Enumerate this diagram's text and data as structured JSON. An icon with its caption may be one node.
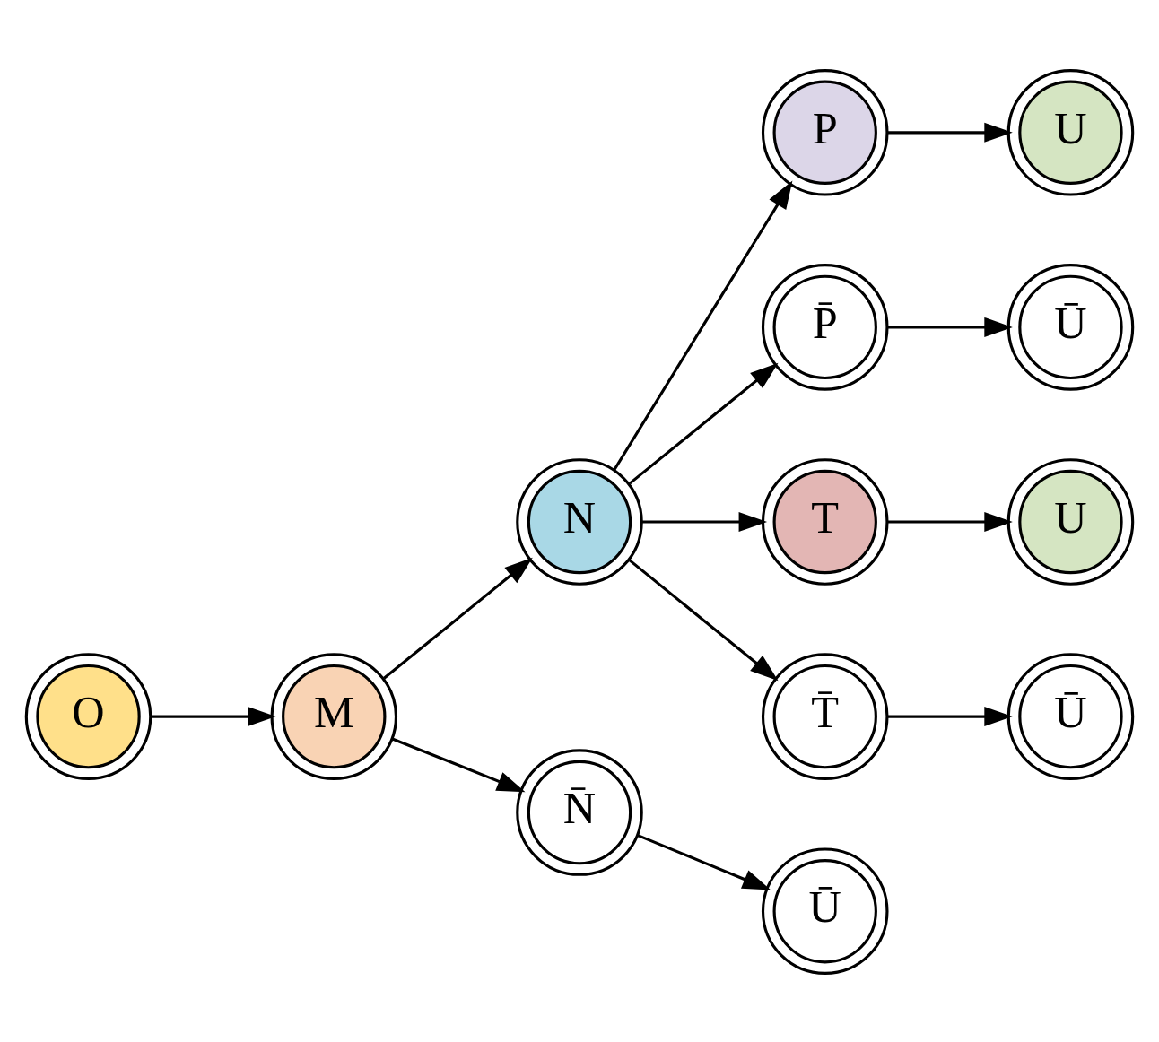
{
  "diagram": {
    "nodes": [
      {
        "text": [
          "O"
        ]
      },
      {
        "text": [
          "M"
        ]
      },
      {
        "text": [
          "N"
        ]
      },
      {
        "text": [
          "N̄"
        ]
      },
      {
        "text": [
          "P"
        ]
      },
      {
        "text": [
          "P̄"
        ]
      },
      {
        "text": [
          "T"
        ]
      },
      {
        "text": [
          "T̄"
        ]
      },
      {
        "text": [
          "Ū"
        ]
      },
      {
        "text": [
          "U"
        ]
      },
      {
        "text": [
          "Ū"
        ]
      },
      {
        "text": [
          "U"
        ]
      },
      {
        "text": [
          "Ū"
        ]
      }
    ],
    "edges": [
      {
        "from": 0,
        "to": 1,
        "arrow": "to"
      },
      {
        "from": 1,
        "to": 2,
        "arrow": "to"
      },
      {
        "from": 1,
        "to": 3,
        "arrow": "to"
      },
      {
        "from": 2,
        "to": 4,
        "arrow": "to"
      },
      {
        "from": 2,
        "to": 5,
        "arrow": "to"
      },
      {
        "from": 2,
        "to": 6,
        "arrow": "to"
      },
      {
        "from": 2,
        "to": 7,
        "arrow": "to"
      },
      {
        "from": 3,
        "to": 8,
        "arrow": "to"
      },
      {
        "from": 4,
        "to": 9,
        "arrow": "to"
      },
      {
        "from": 5,
        "to": 10,
        "arrow": "to"
      },
      {
        "from": 6,
        "to": 11,
        "arrow": "to"
      },
      {
        "from": 7,
        "to": 12,
        "arrow": "to"
      }
    ]
  }
}
